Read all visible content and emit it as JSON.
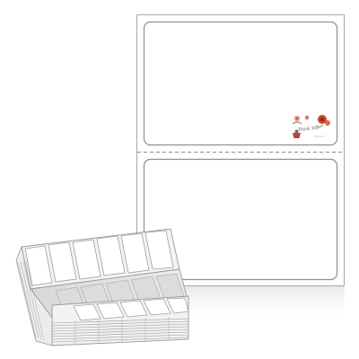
{
  "product": {
    "type": "fanfold shipping label sheet",
    "labels_per_sheet": 2,
    "sticker_text": "Thank You",
    "colors": {
      "sheet": "#ffffff",
      "outline": "#9a9a9a",
      "perforation": "#8a8a8a",
      "flower_red": "#c8452f",
      "flower_pink": "#e59aa0",
      "leaf": "#8a9a6a"
    }
  }
}
